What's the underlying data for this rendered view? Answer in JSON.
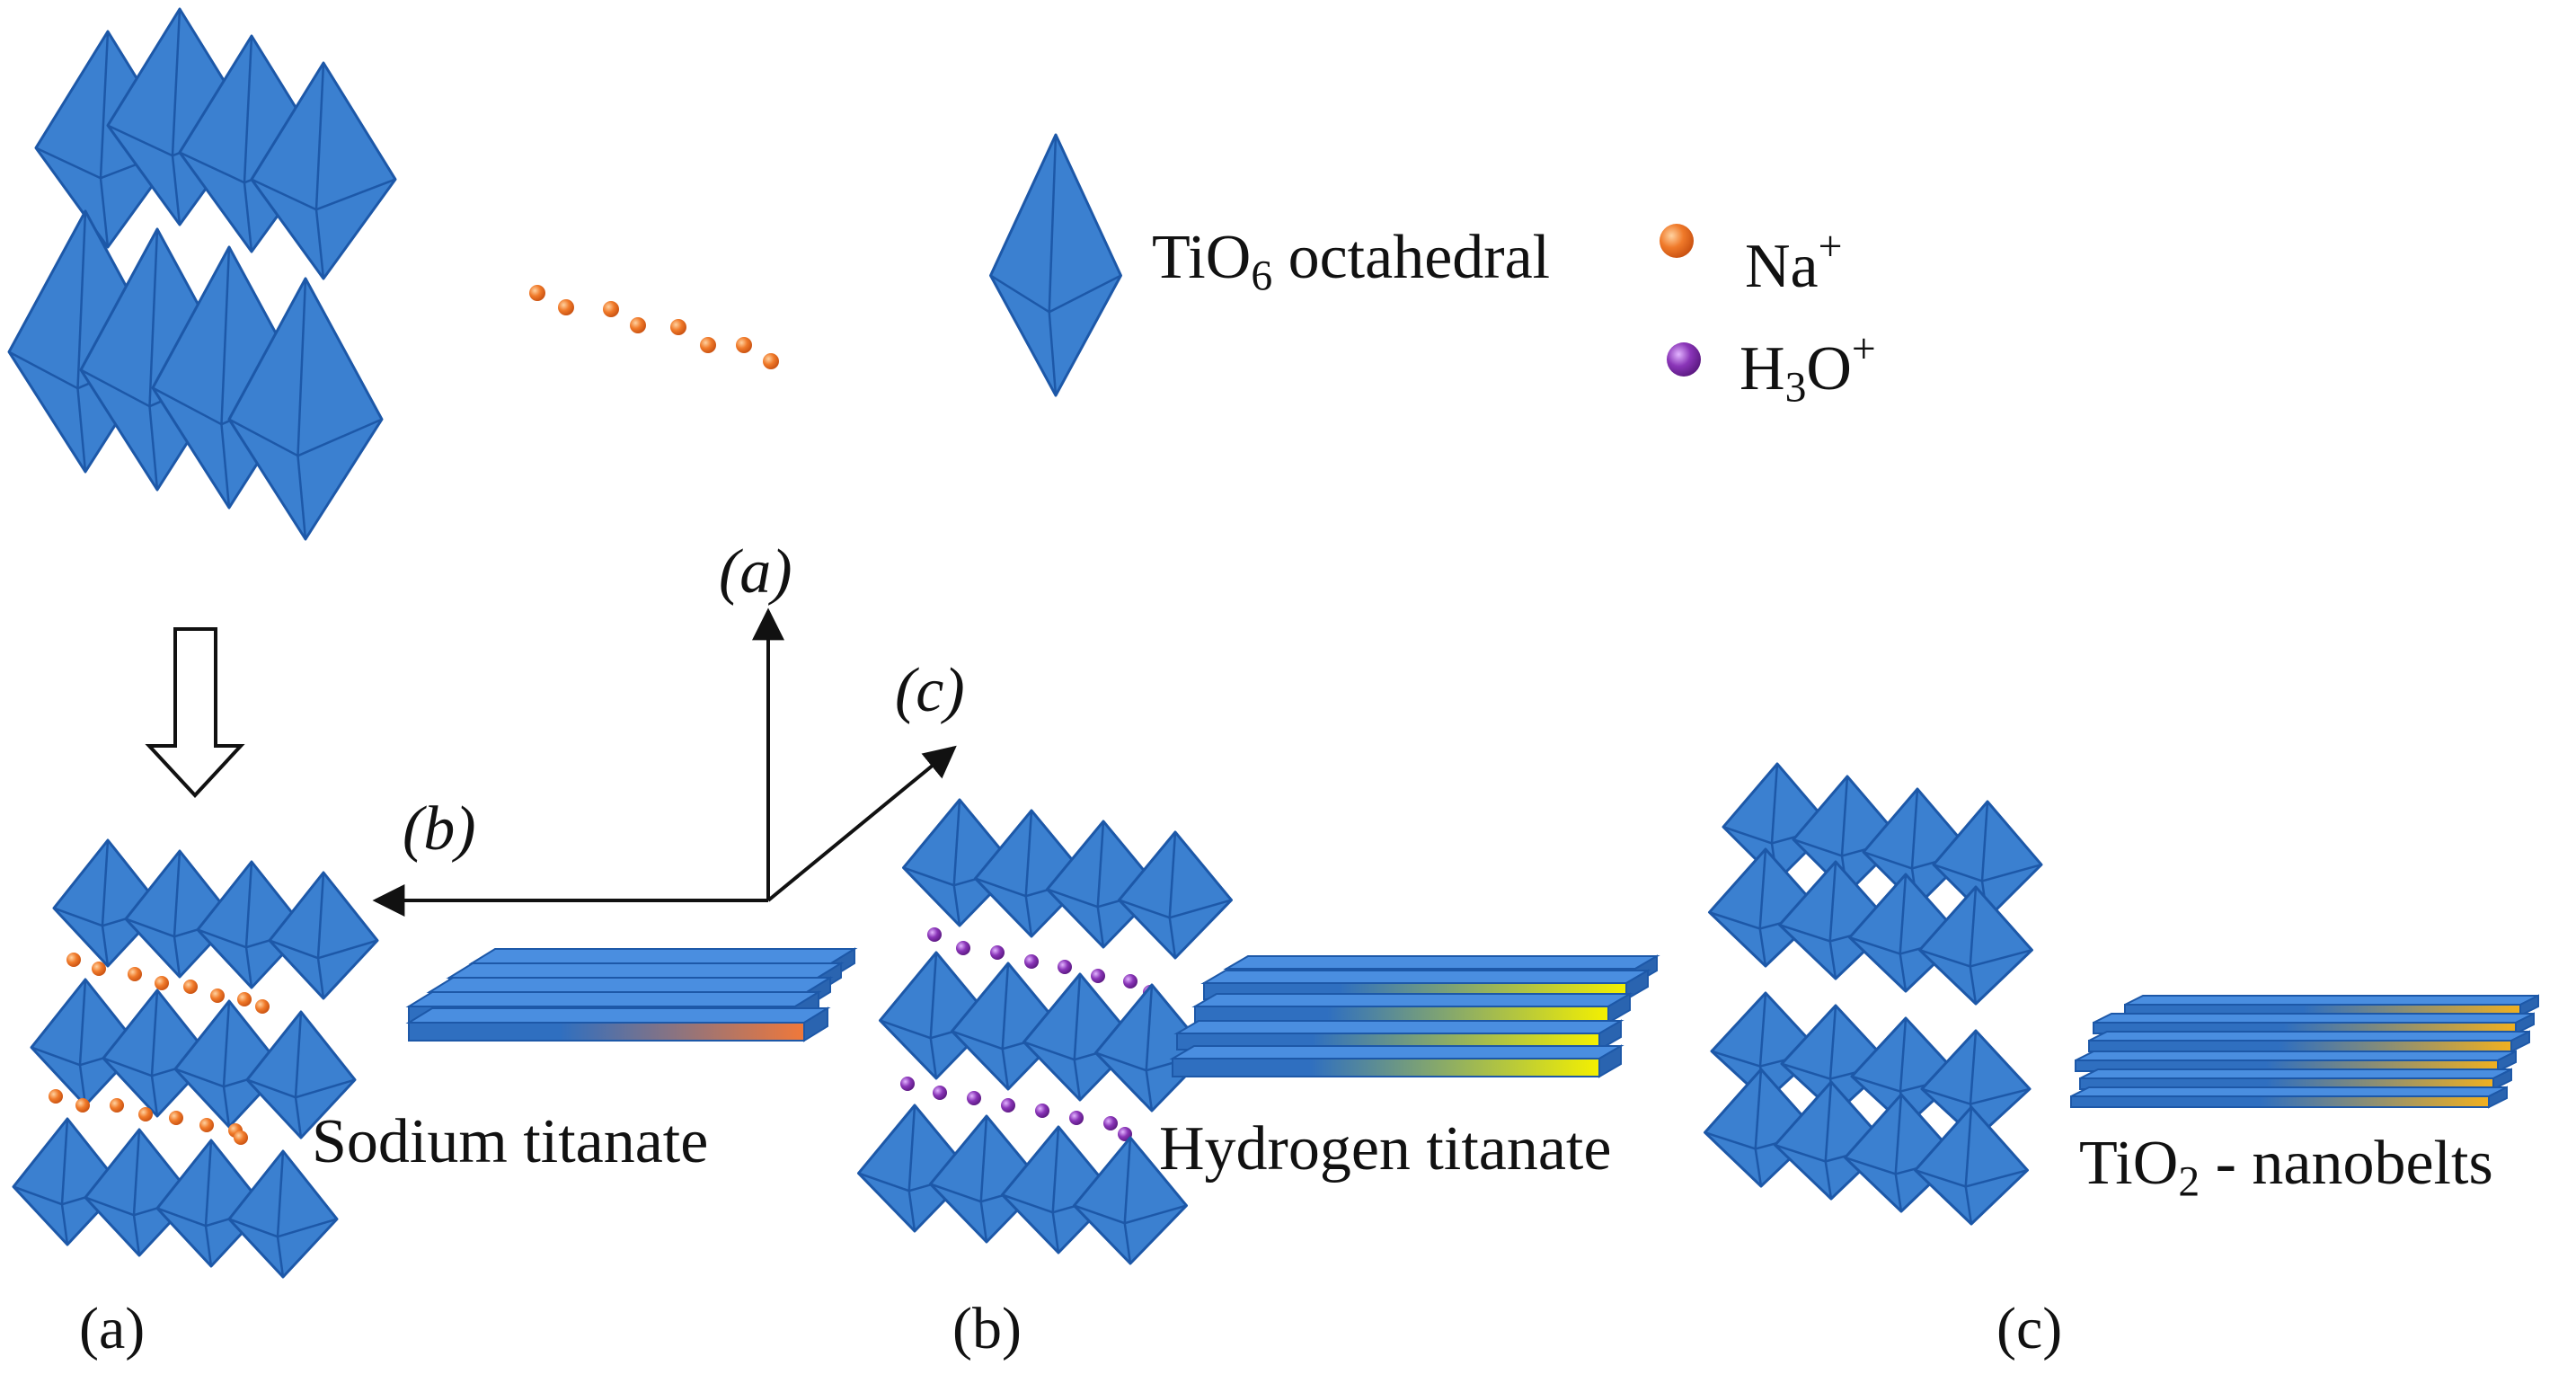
{
  "legend": {
    "octahedral_label": "TiO",
    "octahedral_sub": "6",
    "octahedral_suffix": " octahedral",
    "na_label": "Na",
    "na_sup": "+",
    "h3o_label_h": "H",
    "h3o_sub": "3",
    "h3o_label_o": "O",
    "h3o_sup": "+",
    "colors": {
      "octahedron": "#3b80d0",
      "na_ion": "#f07a2a",
      "h3o_ion": "#8a35b8"
    }
  },
  "axes": {
    "a_label": "(a)",
    "b_label": "(b)",
    "c_label": "(c)"
  },
  "products": {
    "sodium_titanate": "Sodium titanate",
    "hydrogen_titanate": "Hydrogen titanate",
    "tio2_prefix": "TiO",
    "tio2_sub": "2",
    "tio2_suffix": " - nanobelts"
  },
  "stage_labels": {
    "a": "(a)",
    "b": "(b)",
    "c": "(c)"
  }
}
